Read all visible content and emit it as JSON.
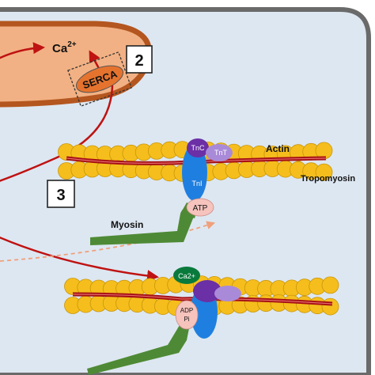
{
  "labels": {
    "calcium": "Ca",
    "calcium_charge": "2+",
    "serca": "SERCA",
    "step2": "2",
    "step3": "3",
    "actin": "Actin",
    "tropomyosin": "Tropomyosin",
    "myosin": "Myosin",
    "tnc": "TnC",
    "tnt": "TnT",
    "tni": "TnI",
    "atp": "ATP",
    "ca_bound": "Ca2+",
    "adp": "ADP",
    "pi": "Pi"
  },
  "colors": {
    "cell_bg": "#dde7f1",
    "cell_border": "#6a6a6a",
    "sr_fill": "#f2b184",
    "sr_border": "#b4561f",
    "serca": "#e5732e",
    "actin": "#f5be1c",
    "actin_stroke": "#c9950a",
    "tropomyosin": "#a50f14",
    "tni": "#1f7fe0",
    "tnc": "#6b2fa6",
    "tnt": "#a98ad8",
    "myosin": "#4e8a35",
    "atp": "#f6c3bd",
    "ca_bound": "#0a7a3c",
    "arrow": "#bf1212",
    "arrow_dashed": "#f0a07c"
  }
}
